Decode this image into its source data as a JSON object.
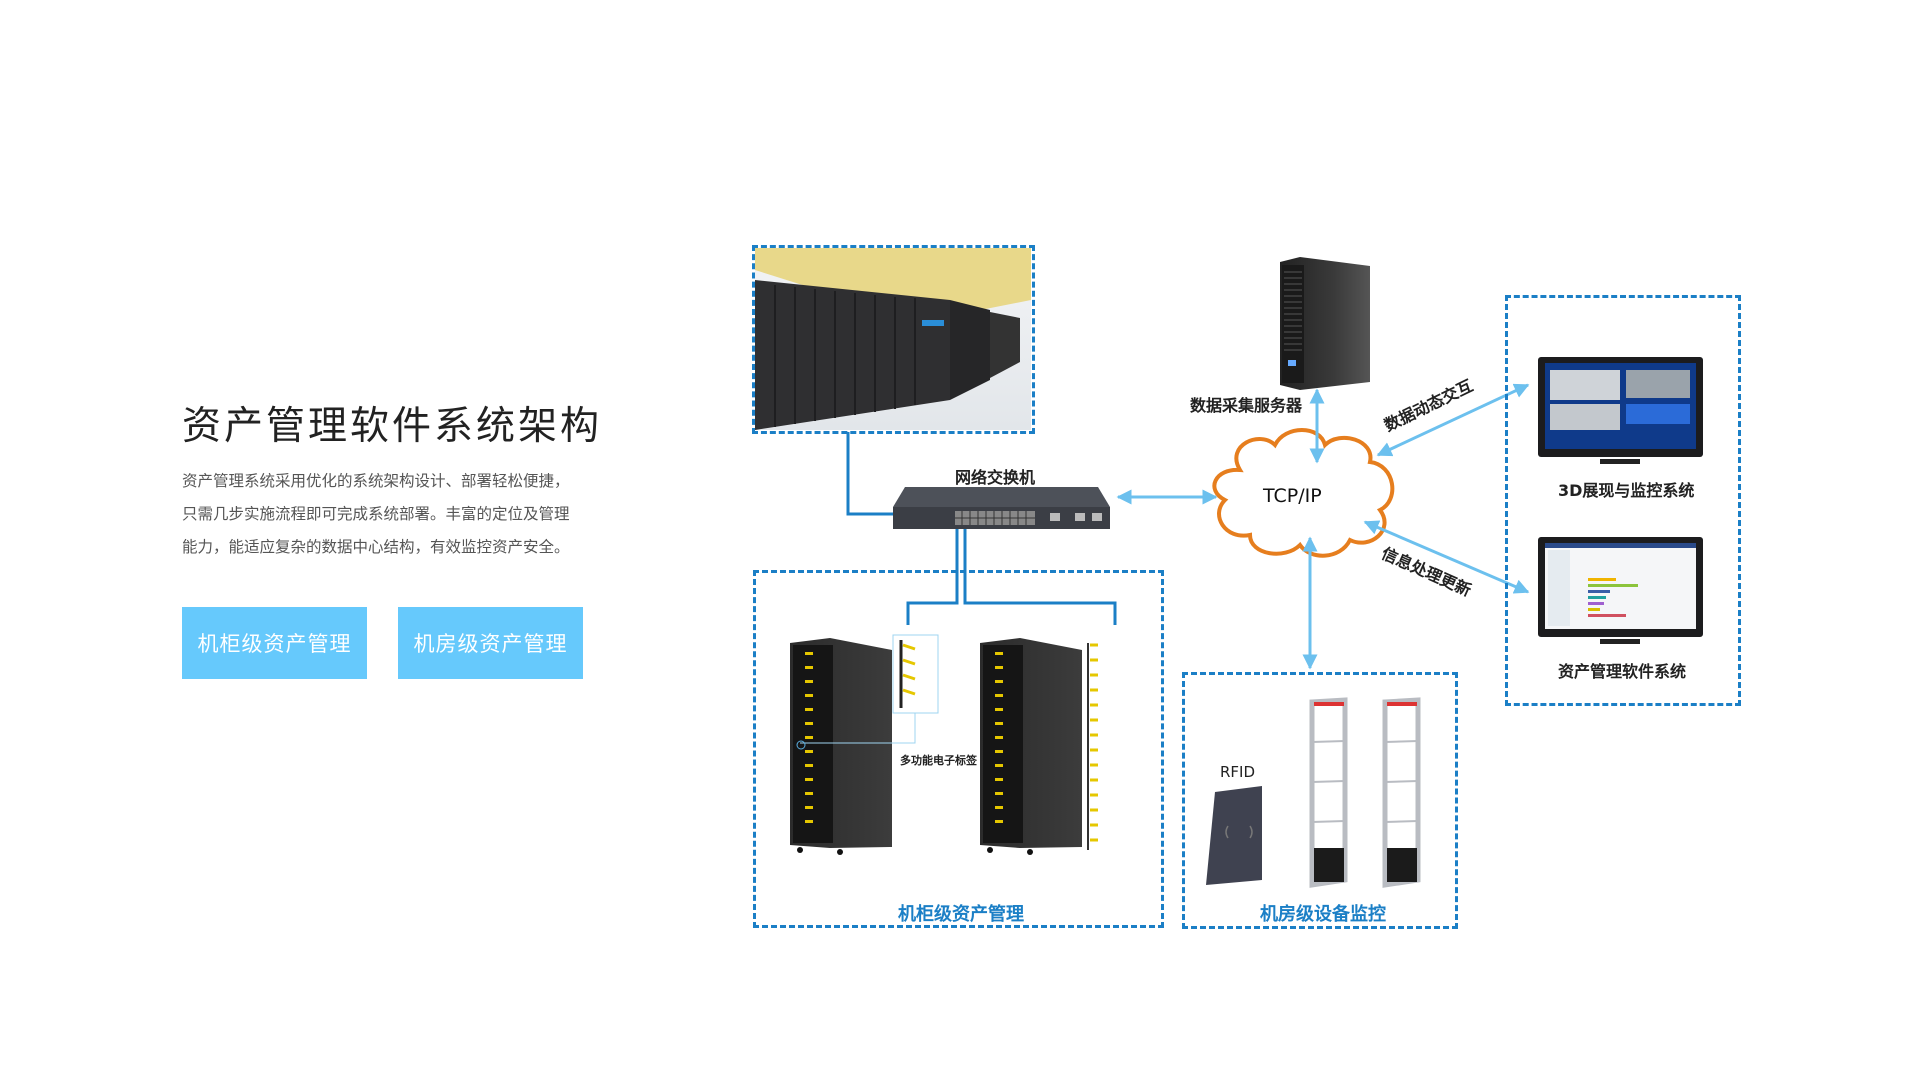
{
  "left_panel": {
    "title": "资产管理软件系统架构",
    "description_lines": [
      "资产管理系统采用优化的系统架构设计、部署轻松便捷，",
      "只需几步实施流程即可完成系统部署。丰富的定位及管理",
      "能力，能适应复杂的数据中心结构，有效监控资产安全。"
    ],
    "buttons": [
      {
        "label": "机柜级资产管理"
      },
      {
        "label": "机房级资产管理"
      }
    ]
  },
  "diagram": {
    "nodes": {
      "switch_label": "网络交换机",
      "server_label": "数据采集服务器",
      "cloud_label": "TCP/IP",
      "monitor_3d_label": "3D展现与监控系统",
      "monitor_asset_label": "资产管理软件系统",
      "rfid_label": "RFID",
      "e_tag_label": "多功能电子标签",
      "cabinet_group_label": "机柜级资产管理",
      "room_group_label": "机房级设备监控"
    },
    "edges": {
      "data_interaction_label": "数据动态交互",
      "info_update_label": "信息处理更新"
    },
    "colors": {
      "dashed_border": "#1b7fc6",
      "arrow": "#6cc0ee",
      "cloud_stroke": "#e67e1e",
      "button_bg": "#66c9fc",
      "group_label": "#1b7fc6"
    }
  }
}
